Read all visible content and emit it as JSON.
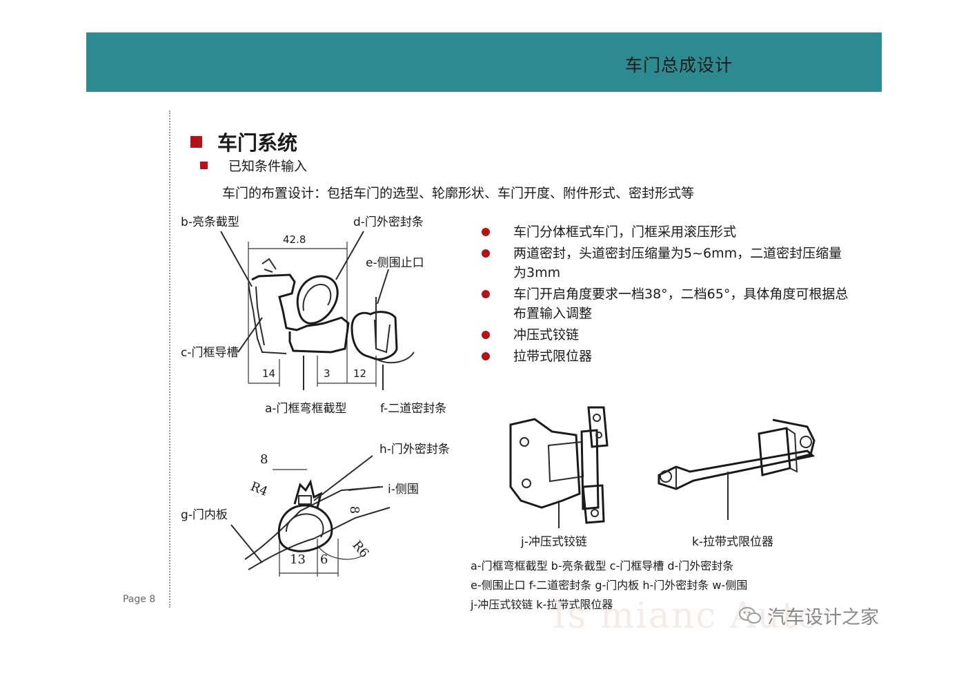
{
  "header": {
    "title": "车门总成设计"
  },
  "page": {
    "number": "Page 8"
  },
  "section": {
    "title": "车门系统",
    "subtitle": "已知条件输入"
  },
  "intro": "车门的布置设计：包括车门的选型、轮廓形状、车门开度、附件形式、密封形式等",
  "bullets": [
    "车门分体框式车门，门框采用滚压形式",
    "两道密封，头道密封压缩量为5~6mm，二道密封压缩量为3mm",
    "车门开启角度要求一档38°，二档65°，具体角度可根据总布置输入调整",
    "冲压式铰链",
    "拉带式限位器"
  ],
  "figure1": {
    "labels": {
      "b": "b-亮条截型",
      "d": "d-门外密封条",
      "e": "e-侧围止口",
      "c": "c-门框导槽",
      "a": "a-门框弯框截型",
      "f": "f-二道密封条"
    },
    "dims": {
      "top": "42.8",
      "d14": "14",
      "d3": "3",
      "d12": "12"
    }
  },
  "figure2": {
    "labels": {
      "h": "h-门外密封条",
      "i": "i-侧围",
      "g": "g-门内板"
    },
    "dims": {
      "d8a": "8",
      "r4": "R4",
      "d8b": "8",
      "r6": "R6",
      "d13": "13",
      "d6": "6"
    }
  },
  "figure3": {
    "labels": {
      "j": "j-冲压式铰链",
      "k": "k-拉带式限位器"
    }
  },
  "legend": {
    "line1": "a-门框弯框截型 b-亮条截型 c-门框导槽 d-门外密封条",
    "line2": "e-侧围止口 f-二道密封条 g-门内板 h-门外密封条 w-侧围",
    "line3": "j-冲压式铰链 k-拉带式限位器"
  },
  "watermark": {
    "brand": "汽车设计之家",
    "faint_text": "Is mianc Auto"
  }
}
